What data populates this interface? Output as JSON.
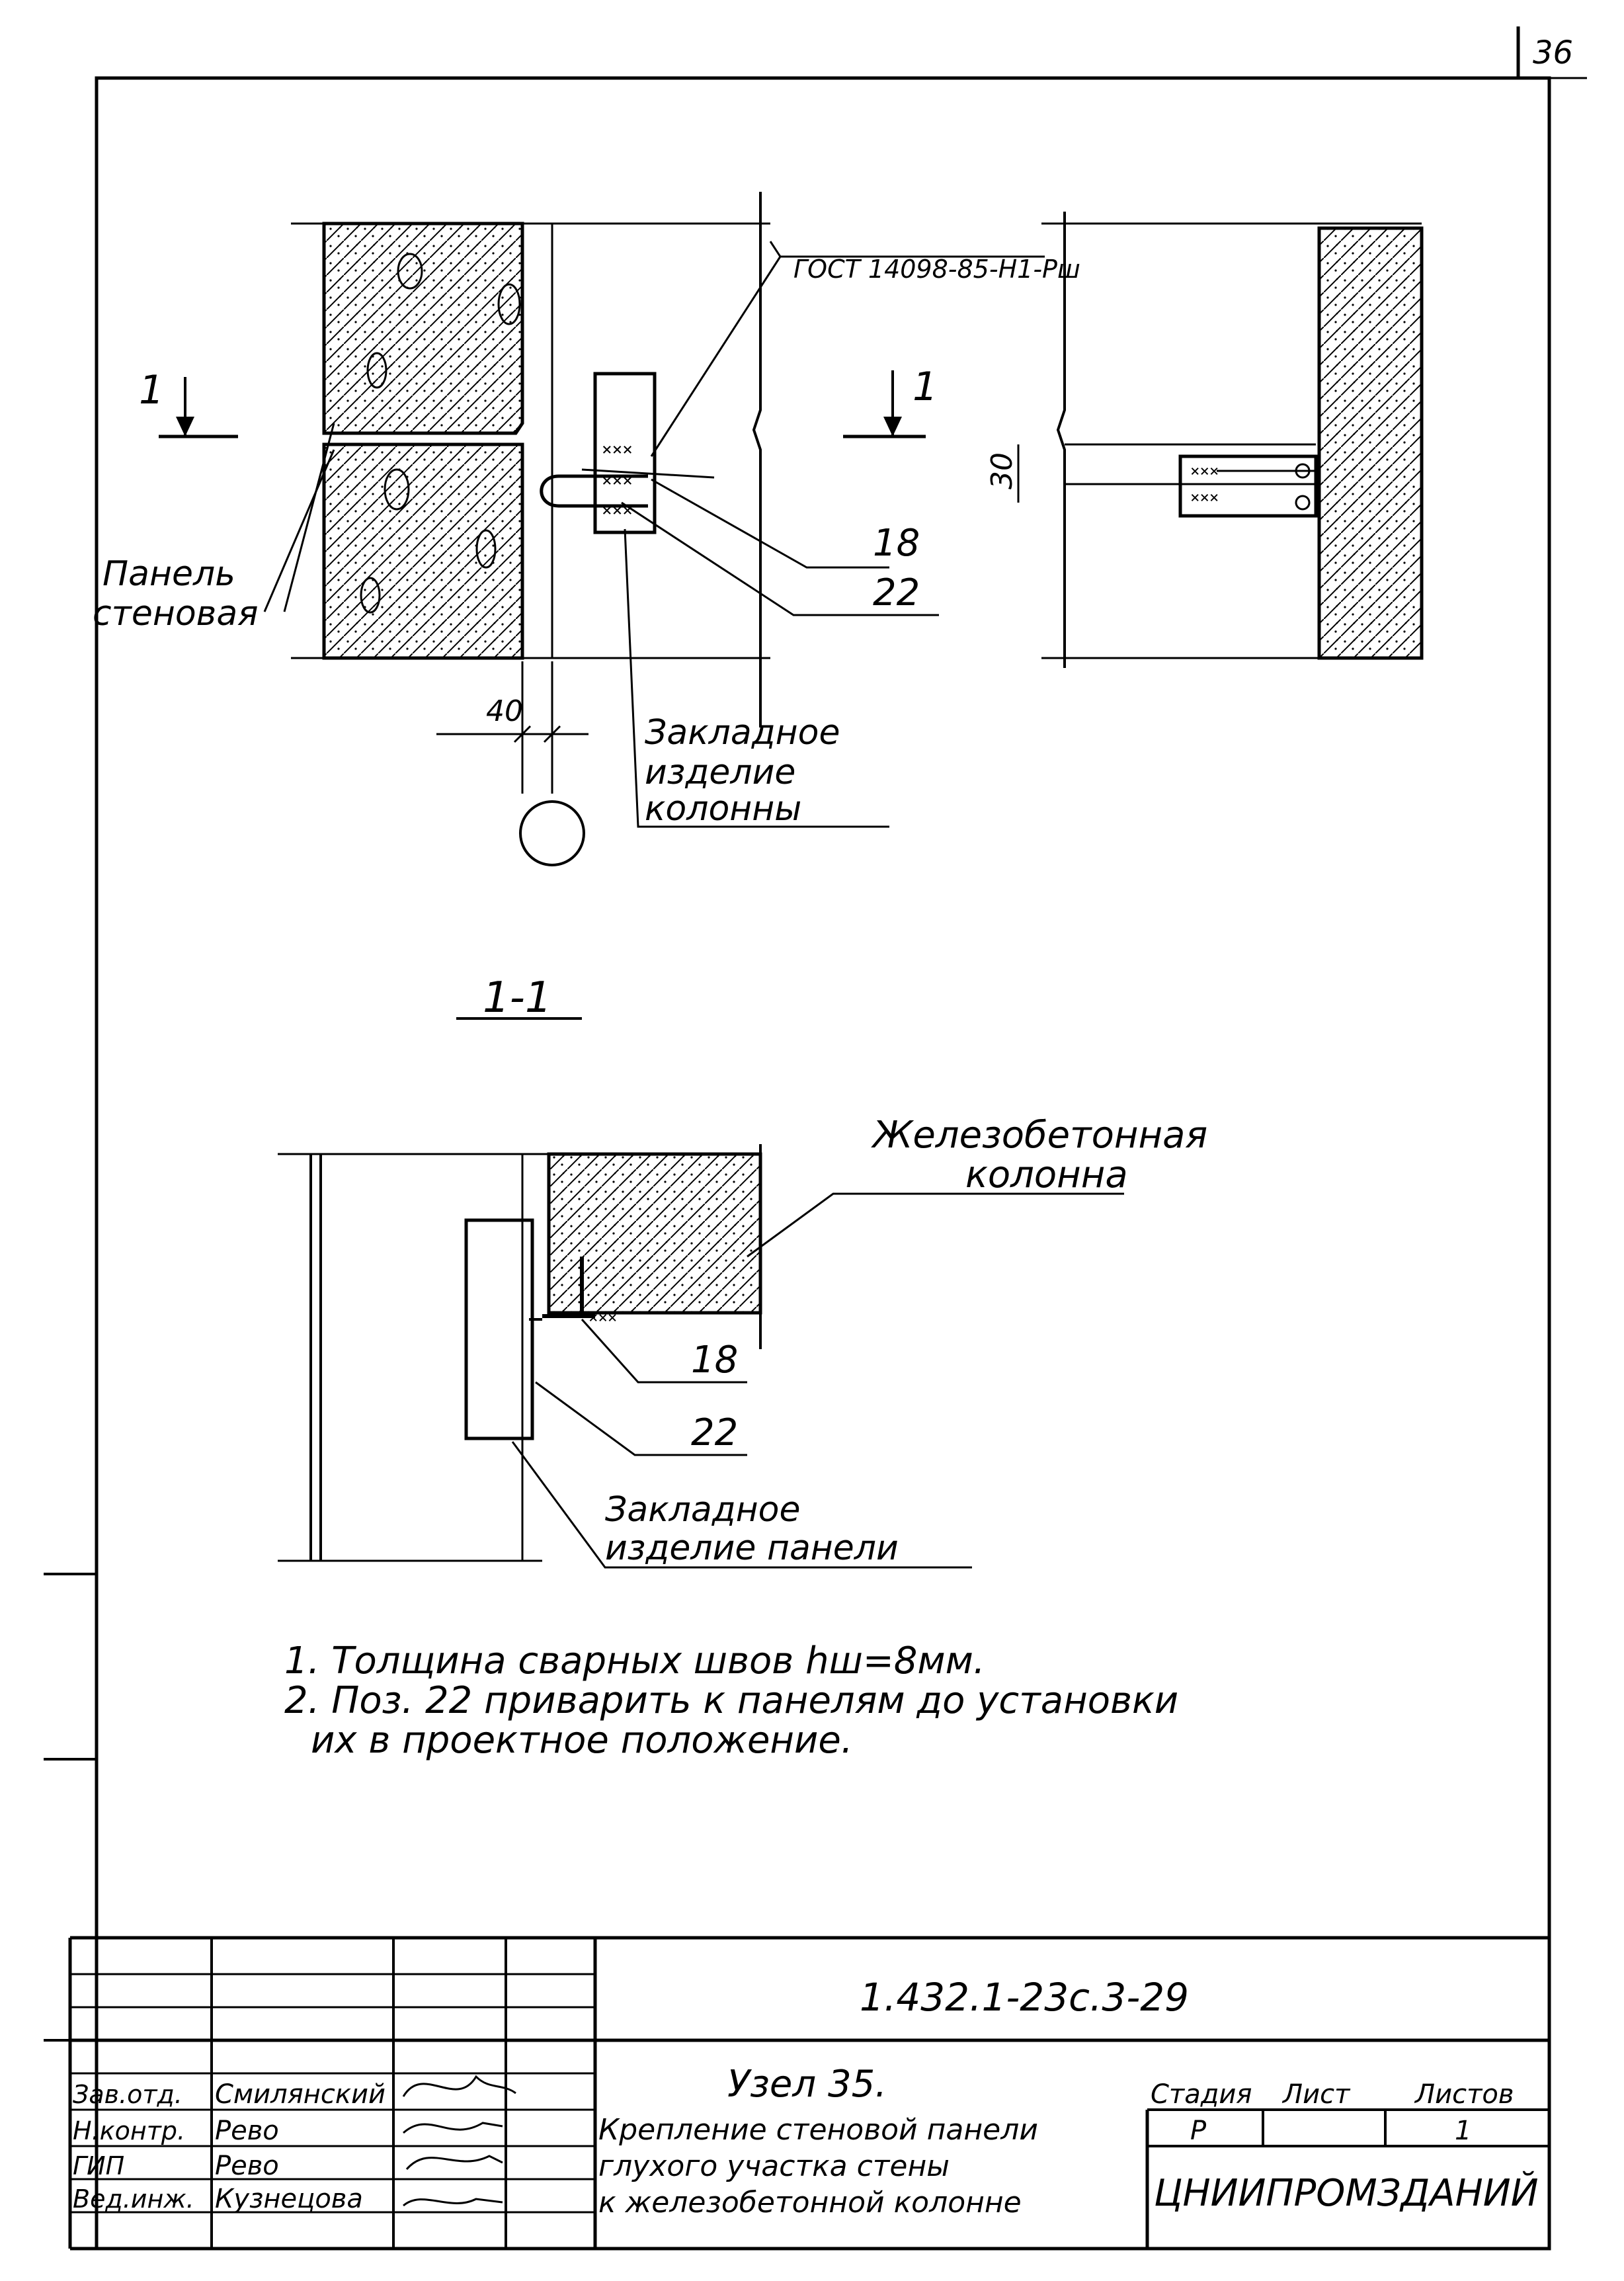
{
  "sheet": {
    "number": "36"
  },
  "plan": {
    "section_mark_left": "1",
    "section_mark_right": "1",
    "gost_label": "ГОСТ 14098-85-Н1-Рш",
    "pos_18": "18",
    "pos_22": "22",
    "panel_label_line1": "Панель",
    "panel_label_line2": "стеновая",
    "dim_40": "40",
    "dim_30": "30",
    "embedded_col_line1": "Закладное",
    "embedded_col_line2": "изделие",
    "embedded_col_line3": "колонны"
  },
  "section": {
    "title": "1-1",
    "column_label_line1": "Железобетонная",
    "column_label_line2": "колонна",
    "pos_18": "18",
    "pos_22": "22",
    "embedded_panel_line1": "Закладное",
    "embedded_panel_line2": "изделие панели"
  },
  "notes": {
    "line1": "1. Толщина сварных швов hш=8мм.",
    "line2": "2. Поз. 22 приварить к панелям до установки",
    "line3": "их в проектное положение."
  },
  "title_block": {
    "doc_code": "1.432.1-23с.3-29",
    "node_title": "Узел 35.",
    "desc_line1": "Крепление стеновой панели",
    "desc_line2": "глухого участка стены",
    "desc_line3": "к железобетонной колонне",
    "stage_label": "Стадия",
    "sheet_label": "Лист",
    "sheets_label": "Листов",
    "stage_value": "Р",
    "sheets_value": "1",
    "org": "ЦНИИПРОМЗДАНИЙ",
    "signatures": [
      {
        "role": "Зав.отд.",
        "name": "Смилянский"
      },
      {
        "role": "Н.контр.",
        "name": "Рево"
      },
      {
        "role": "ГИП",
        "name": "Рево"
      },
      {
        "role": "Вед.инж.",
        "name": "Кузнецова"
      }
    ]
  }
}
